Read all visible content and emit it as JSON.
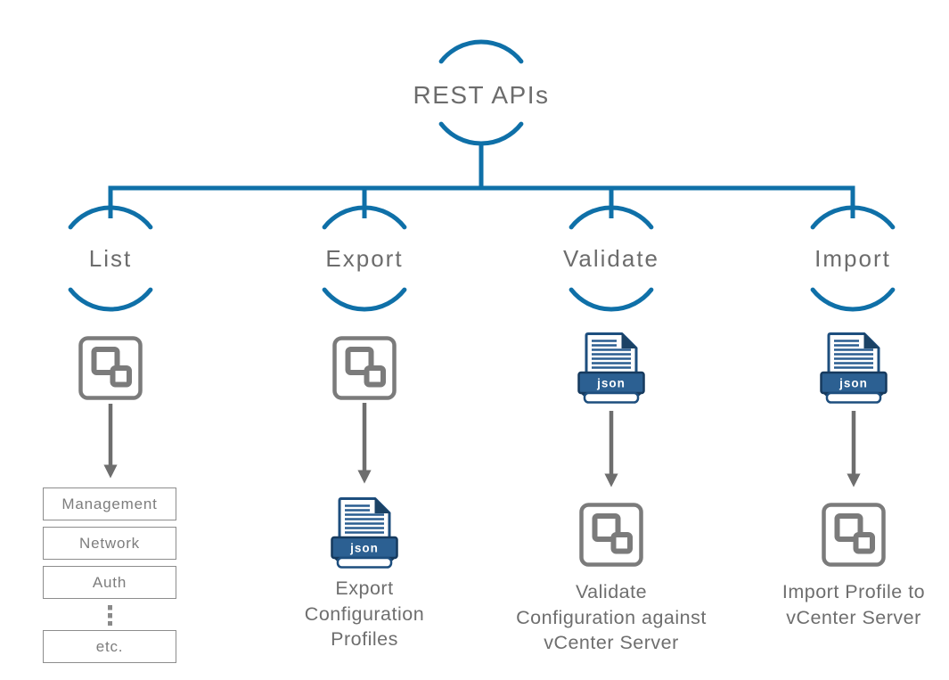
{
  "root": {
    "label": "REST APIs"
  },
  "branches": [
    {
      "label": "List",
      "icon": "vsphere-client-icon"
    },
    {
      "label": "Export",
      "icon": "vsphere-client-icon"
    },
    {
      "label": "Validate",
      "icon": "json-file-icon"
    },
    {
      "label": "Import",
      "icon": "json-file-icon"
    }
  ],
  "list_items": [
    "Management",
    "Network",
    "Auth",
    "etc."
  ],
  "json_badge": "json",
  "captions": {
    "export": "Export\nConfiguration\nProfiles",
    "validate": "Validate\nConfiguration against\nvCenter Server",
    "import": "Import Profile to\nvCenter Server"
  },
  "icons": {
    "vsphere": "vsphere-client-icon",
    "json_file": "json-file-icon",
    "arrow": "down-arrow-icon",
    "ellipsis": "vertical-ellipsis-icon"
  },
  "colors": {
    "accent_blue": "#0f70a8",
    "navy": "#1d4e7e",
    "banner_blue": "#2c6092",
    "banner_dark": "#163a5e",
    "icon_gray": "#7b7b7b",
    "arrow_gray": "#6e6e6e",
    "text_gray": "#6c6c6c",
    "box_border_gray": "#8d8d8d"
  }
}
